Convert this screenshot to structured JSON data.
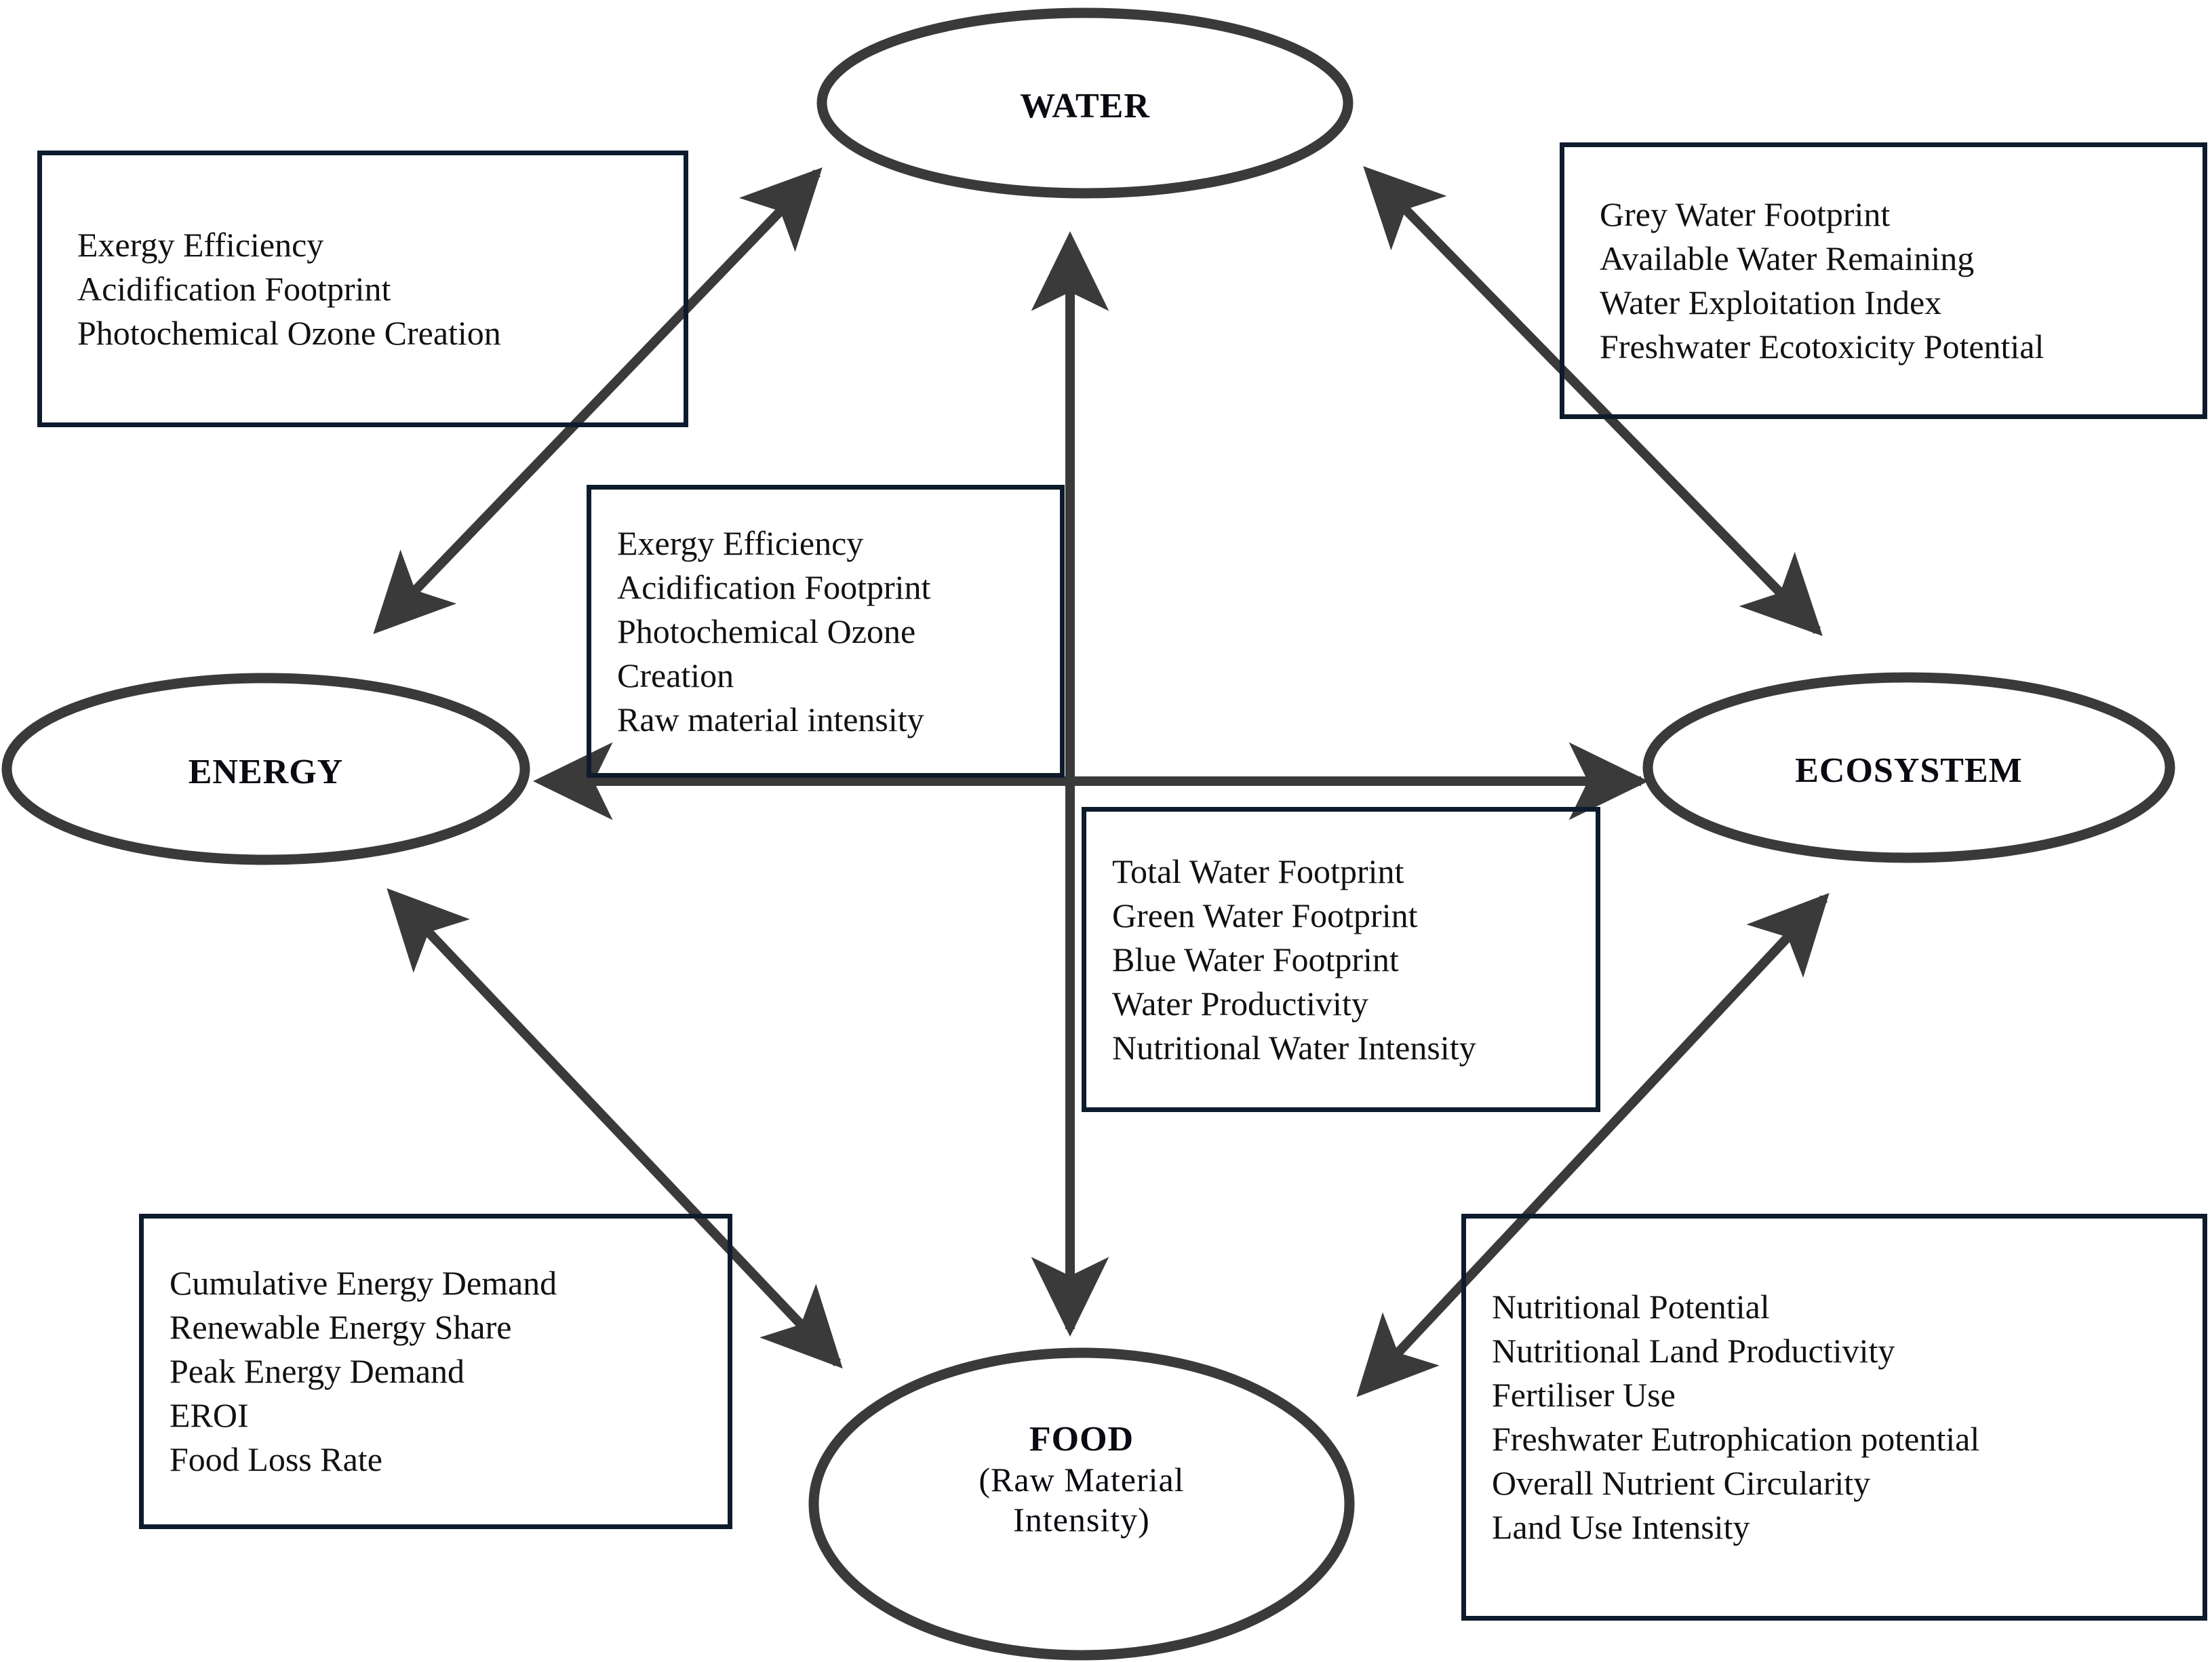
{
  "diagram": {
    "title_nodes": [
      "WATER",
      "ENERGY",
      "ECOSYSTEM",
      "FOOD"
    ],
    "nodes": {
      "water": {
        "label": "WATER"
      },
      "energy": {
        "label": "ENERGY"
      },
      "ecosystem": {
        "label": "ECOSYSTEM"
      },
      "food": {
        "label": "FOOD",
        "sublabel_line1": "(Raw Material",
        "sublabel_line2": "Intensity)"
      }
    },
    "colors": {
      "box_border": "#0d1b2c",
      "node_outline": "#3a3a3a",
      "arrow": "#3a3a3a",
      "text": "#111111"
    },
    "boxes": {
      "water_energy": {
        "name": "water-energy-indicators",
        "items": [
          "Exergy Efficiency",
          "Acidification Footprint",
          "Photochemical Ozone Creation"
        ]
      },
      "water_ecosystem": {
        "name": "water-ecosystem-indicators",
        "items": [
          "Grey Water Footprint",
          "Available Water Remaining",
          "Water Exploitation Index",
          "Freshwater Ecotoxicity Potential"
        ]
      },
      "energy_ecosystem": {
        "name": "energy-ecosystem-indicators",
        "items": [
          "Exergy Efficiency",
          "Acidification Footprint",
          "Photochemical Ozone",
          "Creation",
          "Raw material intensity"
        ]
      },
      "water_food": {
        "name": "water-food-indicators",
        "items": [
          "Total Water Footprint",
          "Green Water Footprint",
          "Blue Water Footprint",
          "Water Productivity",
          "Nutritional Water Intensity"
        ]
      },
      "energy_food": {
        "name": "energy-food-indicators",
        "items": [
          "Cumulative Energy Demand",
          "Renewable Energy Share",
          "Peak Energy Demand",
          "EROI",
          "Food Loss Rate"
        ]
      },
      "food_ecosystem": {
        "name": "food-ecosystem-indicators",
        "items": [
          "Nutritional Potential",
          "Nutritional Land Productivity",
          "Fertiliser Use",
          "Freshwater Eutrophication potential",
          "Overall Nutrient Circularity",
          "Land Use Intensity"
        ]
      }
    },
    "connectors": [
      {
        "name": "water-energy-arrow",
        "from": "WATER",
        "to": "ENERGY",
        "style": "double-headed-diagonal"
      },
      {
        "name": "water-ecosystem-arrow",
        "from": "WATER",
        "to": "ECOSYSTEM",
        "style": "double-headed-diagonal"
      },
      {
        "name": "energy-ecosystem-arrow",
        "from": "ENERGY",
        "to": "ECOSYSTEM",
        "style": "double-headed-horizontal"
      },
      {
        "name": "water-food-arrow",
        "from": "WATER",
        "to": "FOOD",
        "style": "double-headed-vertical"
      },
      {
        "name": "energy-food-arrow",
        "from": "ENERGY",
        "to": "FOOD",
        "style": "double-headed-diagonal"
      },
      {
        "name": "food-ecosystem-arrow",
        "from": "FOOD",
        "to": "ECOSYSTEM",
        "style": "double-headed-diagonal"
      }
    ]
  }
}
